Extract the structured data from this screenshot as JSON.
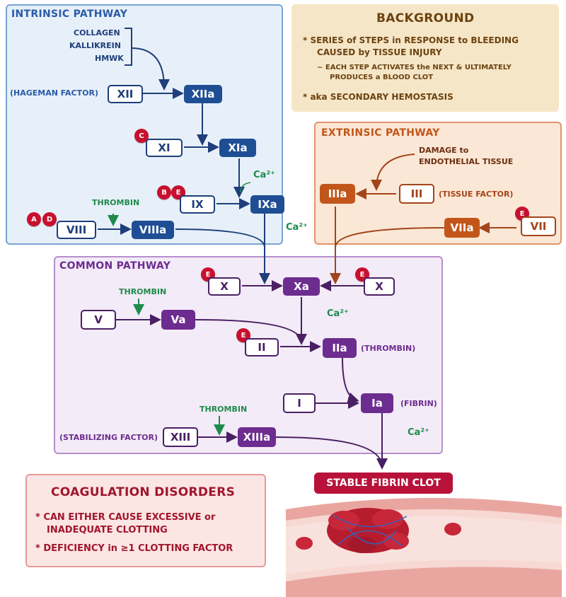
{
  "colors": {
    "intrinsic": "#2a5ba8",
    "extrinsic": "#c2561a",
    "common": "#6d2c8f",
    "disorders": "#a1162c",
    "badge": "#c8102e",
    "ion": "#1f8a4c",
    "thrombin": "#1f8a4c"
  },
  "intrinsic": {
    "title": "INTRINSIC PATHWAY",
    "triggers": [
      "COLLAGEN",
      "KALLIKREIN",
      "HMWK"
    ],
    "hageman_label": "(HAGEMAN FACTOR)",
    "xii": "XII",
    "xiia": "XIIa",
    "xi": "XI",
    "xia": "XIa",
    "xi_badge": "C",
    "ix": "IX",
    "ixa": "IXa",
    "ix_badges": [
      "B",
      "E"
    ],
    "ca_ix": "Ca²⁺",
    "thrombin": "THROMBIN",
    "viii": "VIII",
    "viiia": "VIIIa",
    "viii_badges": [
      "A",
      "D"
    ]
  },
  "background": {
    "title": "BACKGROUND",
    "bullet1": "* SERIES of STEPS in RESPONSE to BLEEDING",
    "bullet1b": "CAUSED by TISSUE INJURY",
    "sub1": "~ EACH STEP ACTIVATES the NEXT & ULTIMATELY",
    "sub1b": "PRODUCES a BLOOD CLOT",
    "bullet2": "* aka SECONDARY HEMOSTASIS"
  },
  "extrinsic": {
    "title": "EXTRINSIC PATHWAY",
    "damage1": "DAMAGE to",
    "damage2": "ENDOTHELIAL TISSUE",
    "iiia": "IIIa",
    "iii": "III",
    "tissue_label": "(TISSUE FACTOR)",
    "viia": "VIIa",
    "vii": "VII",
    "vii_badge": "E",
    "ca": "Ca²⁺"
  },
  "common": {
    "title": "COMMON PATHWAY",
    "x_left": "X",
    "xa": "Xa",
    "x_right": "X",
    "x_badge": "E",
    "thrombin": "THROMBIN",
    "v": "V",
    "va": "Va",
    "ca_x": "Ca²⁺",
    "ii": "II",
    "iia": "IIa",
    "ii_badge": "E",
    "thrombin_label": "(THROMBIN)",
    "i": "I",
    "ia": "Ia",
    "fibrin_label": "(FIBRIN)",
    "thrombin2": "THROMBIN",
    "stab_label": "(STABILIZING FACTOR)",
    "xiii": "XIII",
    "xiiia": "XIIIa",
    "ca_final": "Ca²⁺"
  },
  "clot": {
    "title": "STABLE FIBRIN CLOT"
  },
  "disorders": {
    "title": "COAGULATION DISORDERS",
    "b1": "* CAN EITHER CAUSE EXCESSIVE or",
    "b1b": "INADEQUATE CLOTTING",
    "b2": "* DEFICIENCY in ≥1 CLOTTING FACTOR"
  }
}
